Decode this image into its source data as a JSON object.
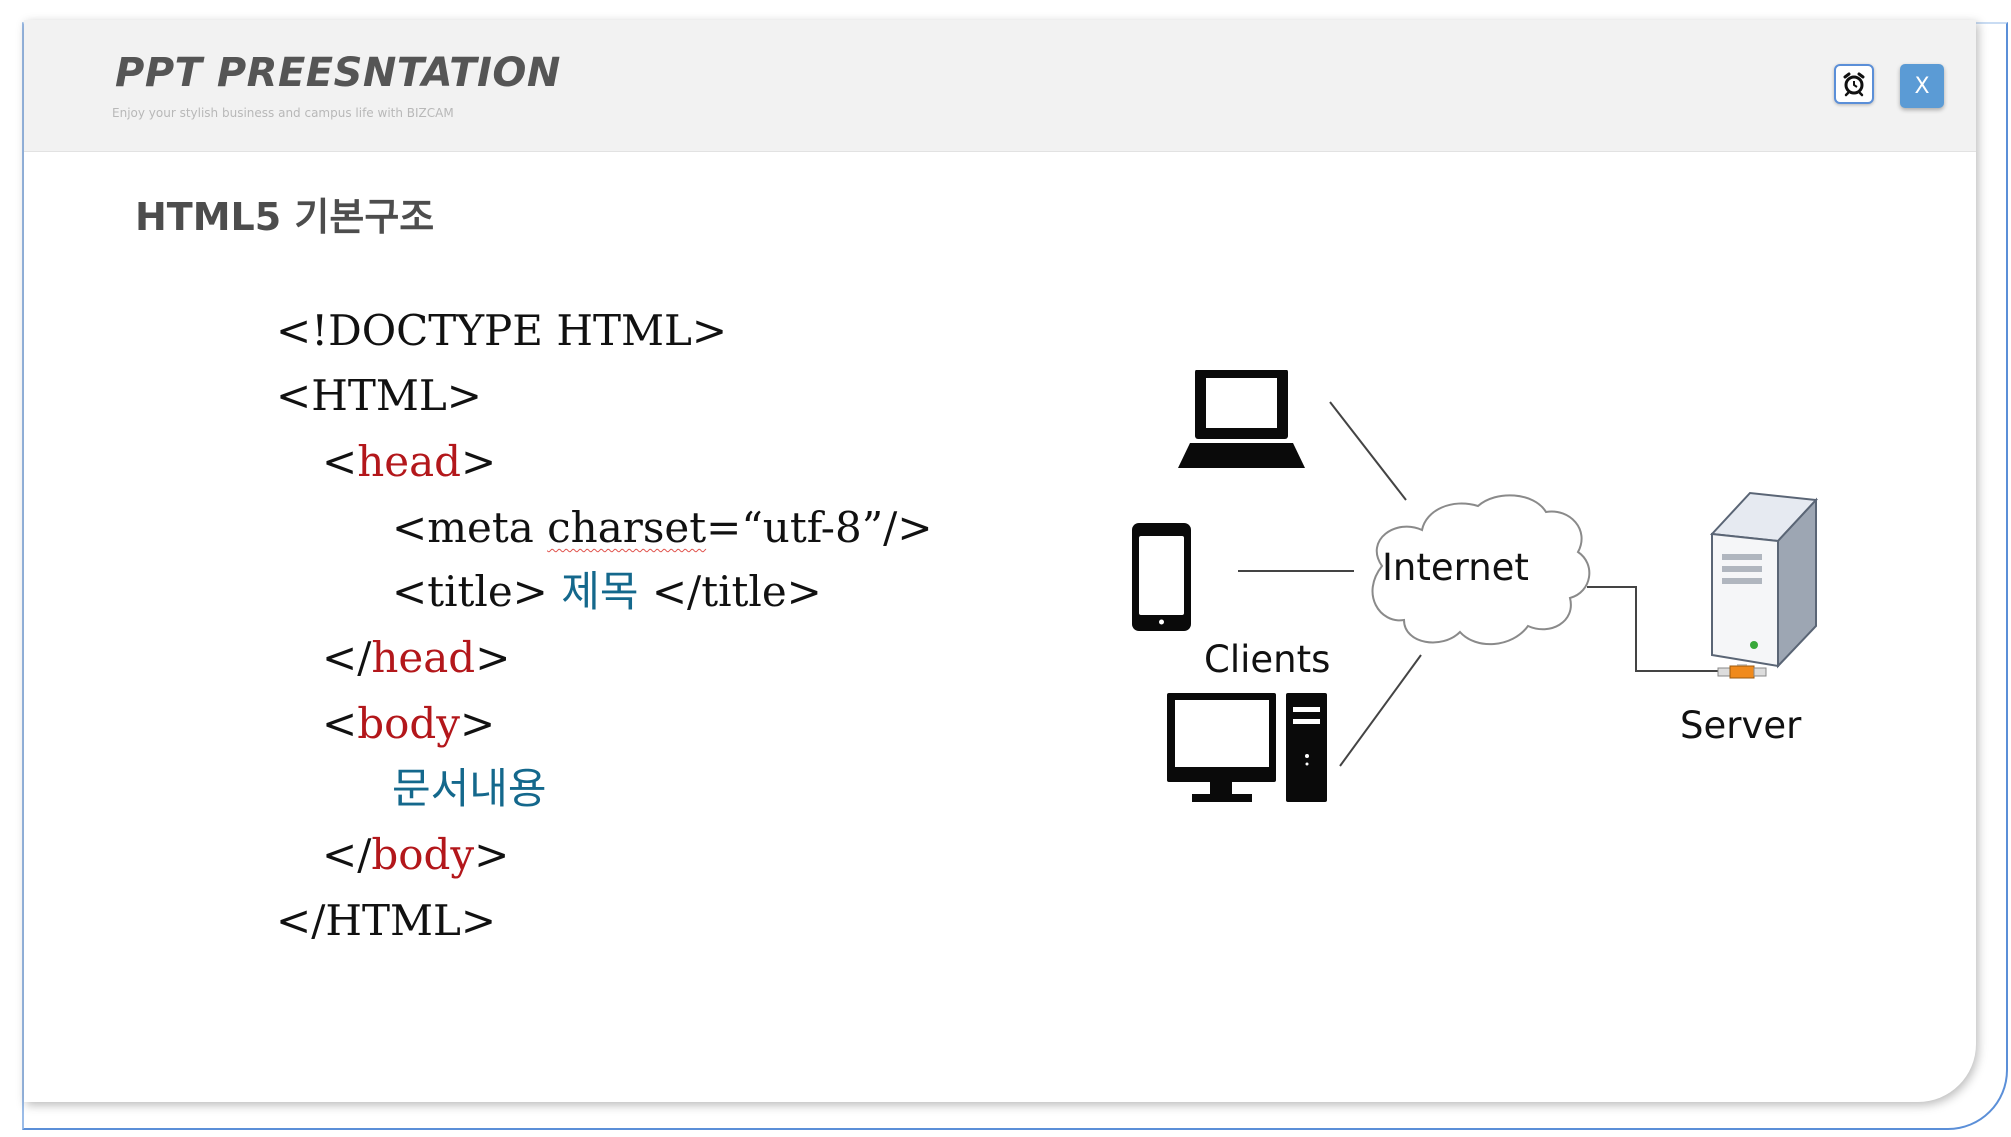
{
  "header": {
    "title": "PPT PREESNTATION",
    "tagline": "Enjoy your stylish business and campus life with BIZCAM",
    "close_label": "X"
  },
  "page": {
    "title": "HTML5 기본구조"
  },
  "code": {
    "doctype": "<!DOCTYPE HTML>",
    "html_open": "<HTML>",
    "head_lt": "<",
    "head_kw": "head",
    "head_gt": ">",
    "meta_pre": "<meta ",
    "meta_attr": "charset",
    "meta_post": "=“utf-8”/>",
    "title_open": "<title> ",
    "title_text": "제목",
    "title_close": " </title>",
    "head_close_lt": "</",
    "head_close_kw": "head",
    "head_close_gt": ">",
    "body_lt": "<",
    "body_kw": "body",
    "body_gt": ">",
    "body_text": "문서내용",
    "body_close_lt": "</",
    "body_close_kw": "body",
    "body_close_gt": ">",
    "html_close": "</HTML>"
  },
  "diagram": {
    "internet_label": "Internet",
    "clients_label": "Clients",
    "server_label": "Server"
  },
  "colors": {
    "accent": "#5b9bd5",
    "keyword": "#b3171b",
    "korean_text": "#14688c"
  },
  "icons": [
    "alarm-clock-icon",
    "laptop-icon",
    "smartphone-icon",
    "desktop-computer-icon",
    "cloud-icon",
    "server-icon"
  ]
}
